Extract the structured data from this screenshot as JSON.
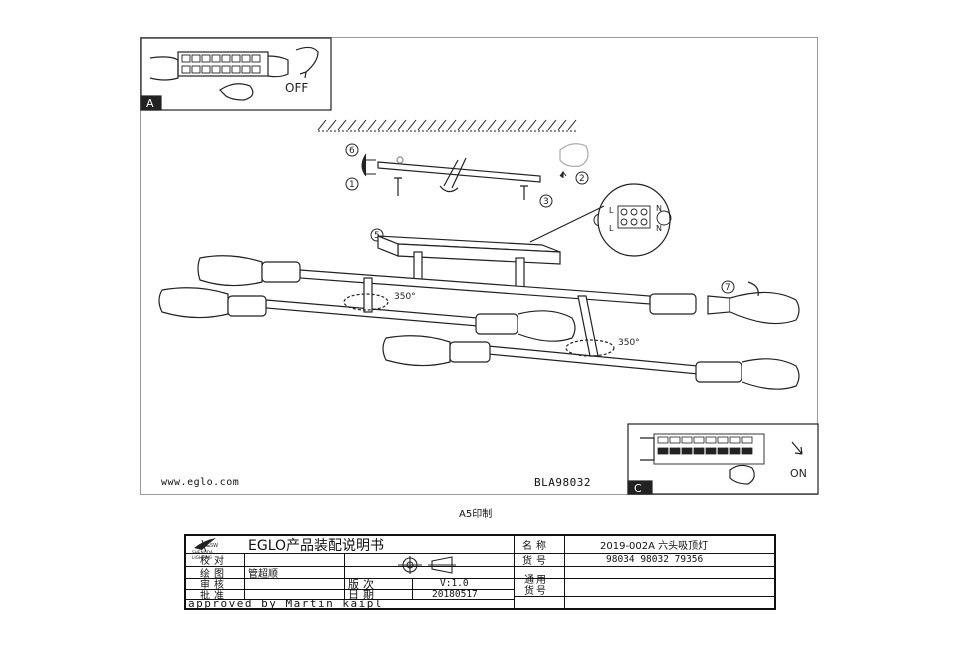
{
  "sheet": {
    "url": "www.eglo.com",
    "model_code": "BLA98032",
    "print_note": "A5印制"
  },
  "callouts": {
    "a_label": "A",
    "a_text": "OFF",
    "c_label": "C",
    "c_text": "ON",
    "rotation_1": "350°",
    "rotation_2": "350°"
  },
  "terminal": {
    "l_top": "L",
    "n_top": "N",
    "l_bottom": "L",
    "n_bottom": "N"
  },
  "steps": [
    "6",
    "1",
    "2",
    "3",
    "5",
    "4",
    "7"
  ],
  "title_block": {
    "logo_sub_1": "SHENGDA",
    "logo_sub_2": "LIGHTING",
    "title": "EGLO产品装配说明书",
    "name_label": "名称",
    "name_value": "2019-002A 六头吸顶灯",
    "item_label": "货号",
    "item_value": "98034 98032 79356",
    "common_label_1": "通用",
    "common_label_2": "货号",
    "check_label": "校对",
    "drawn_label": "绘图",
    "drawn_value": "管超顺",
    "review_label": "审核",
    "version_label": "版次",
    "version_value": "V:1.0",
    "approve_label": "批准",
    "date_label": "日期",
    "date_value": "20180517",
    "approved_by": "approved by Martin kaipl"
  }
}
